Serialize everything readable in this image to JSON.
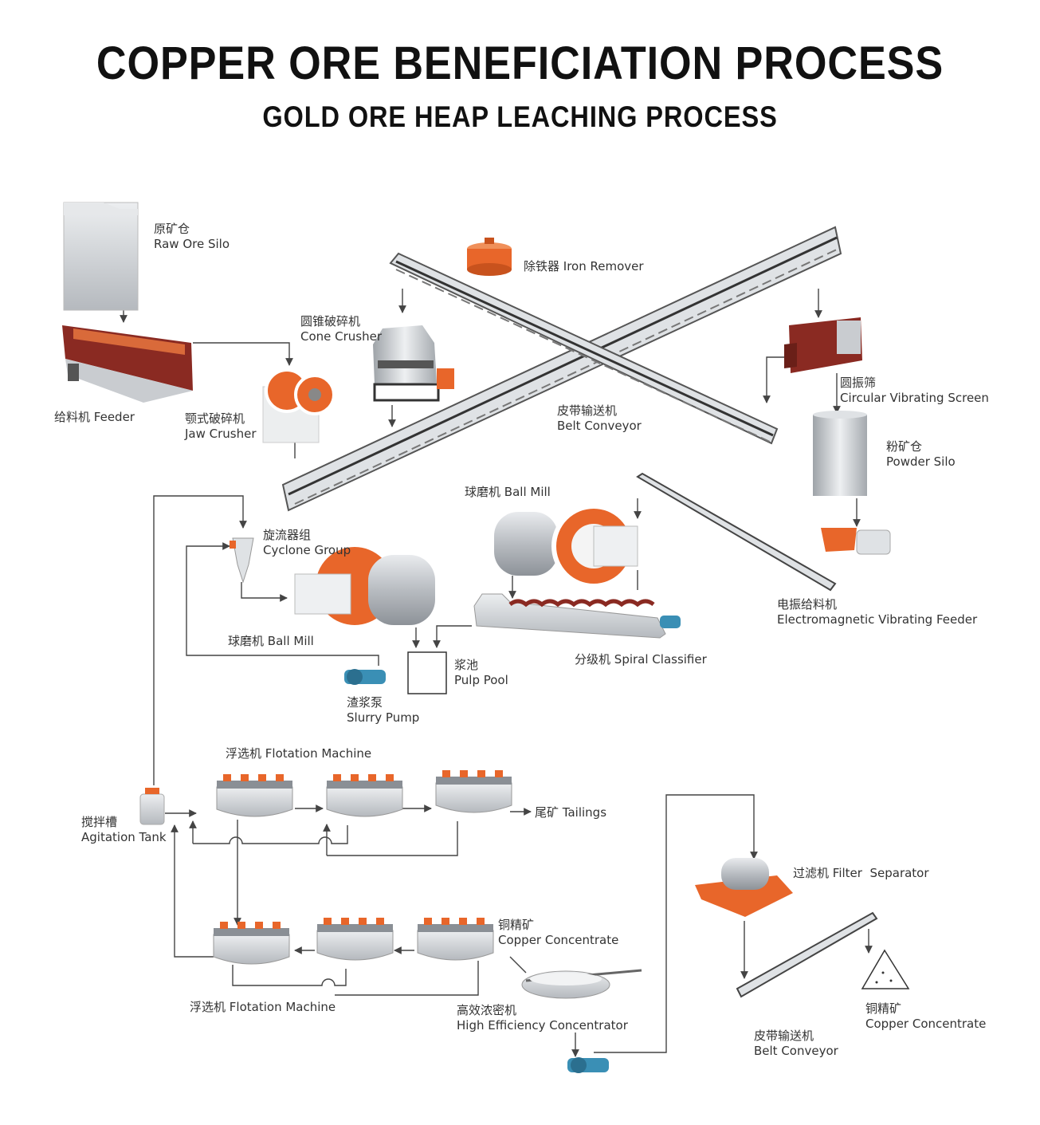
{
  "title": "COPPER ORE BENEFICIATION PROCESS",
  "subtitle": "GOLD ORE HEAP LEACHING PROCESS",
  "labels": {
    "raw_ore_silo": {
      "zh": "原矿仓",
      "en": "Raw Ore Silo"
    },
    "iron_remover": {
      "zh": "除铁器",
      "en": "Iron Remover"
    },
    "cone_crusher": {
      "zh": "圆锥破碎机",
      "en": "Cone Crusher"
    },
    "feeder": {
      "zh": "给料机",
      "en": "Feeder"
    },
    "jaw_crusher": {
      "zh": "颚式破碎机",
      "en": "Jaw Crusher"
    },
    "belt_conveyor_top": {
      "zh": "皮带输送机",
      "en": "Belt Conveyor"
    },
    "circular_vibrating_screen": {
      "zh": "圆振筛",
      "en": "Circular Vibrating Screen"
    },
    "powder_silo": {
      "zh": "粉矿仓",
      "en": "Powder Silo"
    },
    "ball_mill_right": {
      "zh": "球磨机",
      "en": "Ball Mill"
    },
    "cyclone_group": {
      "zh": "旋流器组",
      "en": "Cyclone Group"
    },
    "electromagnetic_vibrating_feeder": {
      "zh": "电振给料机",
      "en": "Electromagnetic Vibrating Feeder"
    },
    "ball_mill_left": {
      "zh": "球磨机",
      "en": "Ball Mill"
    },
    "pulp_pool": {
      "zh": "浆池",
      "en": "Pulp Pool"
    },
    "spiral_classifier": {
      "zh": "分级机",
      "en": "Spiral Classifier"
    },
    "slurry_pump": {
      "zh": "渣浆泵",
      "en": "Slurry Pump"
    },
    "flotation_machine_top": {
      "zh": "浮选机",
      "en": "Flotation Machine"
    },
    "agitation_tank": {
      "zh": "搅拌槽",
      "en": "Agitation Tank"
    },
    "tailings": {
      "zh": "尾矿",
      "en": "Tailings"
    },
    "filter_separator": {
      "zh": "过滤机",
      "en": "Filter  Separator"
    },
    "copper_concentrate_mid": {
      "zh": "铜精矿",
      "en": "Copper Concentrate"
    },
    "flotation_machine_bottom": {
      "zh": "浮选机",
      "en": "Flotation Machine"
    },
    "high_efficiency_concentrator": {
      "zh": "高效浓密机",
      "en": "High Efficiency Concentrator"
    },
    "copper_concentrate_right": {
      "zh": "铜精矿",
      "en": "Copper Concentrate"
    },
    "belt_conveyor_bottom": {
      "zh": "皮带输送机",
      "en": "Belt Conveyor"
    }
  },
  "colors": {
    "accent_orange": "#e8662a",
    "steel_gray": "#c9ccd0",
    "dark_red": "#8a2a22",
    "pump_blue": "#3a8fb5",
    "line": "#444444"
  }
}
